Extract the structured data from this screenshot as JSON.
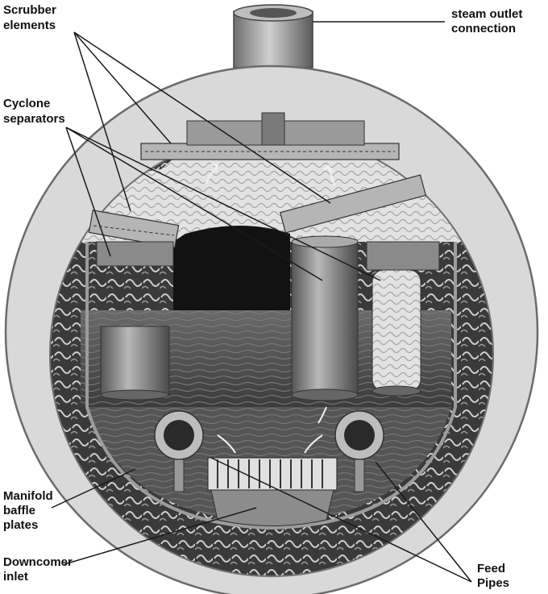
{
  "labels": {
    "scrubber": [
      "Scrubber",
      "elements"
    ],
    "steam": [
      "steam outlet",
      "connection"
    ],
    "cyclone": [
      "Cyclone",
      "separators"
    ],
    "manifold": [
      "Manifold",
      "baffle",
      "plates"
    ],
    "downcomer": [
      "Downcomer",
      "inlet"
    ],
    "feed": [
      "Feed",
      "Pipes"
    ]
  },
  "colors": {
    "shell": "#d9d9d9",
    "shell_edge": "#6b6b6b",
    "interior": "#3a3a3a",
    "steam_space": "#cfcfcf",
    "water": "#4d4d4d",
    "cylinder": "#8a8a8a",
    "dark_void": "#121212",
    "leader": "#1a1a1a"
  }
}
